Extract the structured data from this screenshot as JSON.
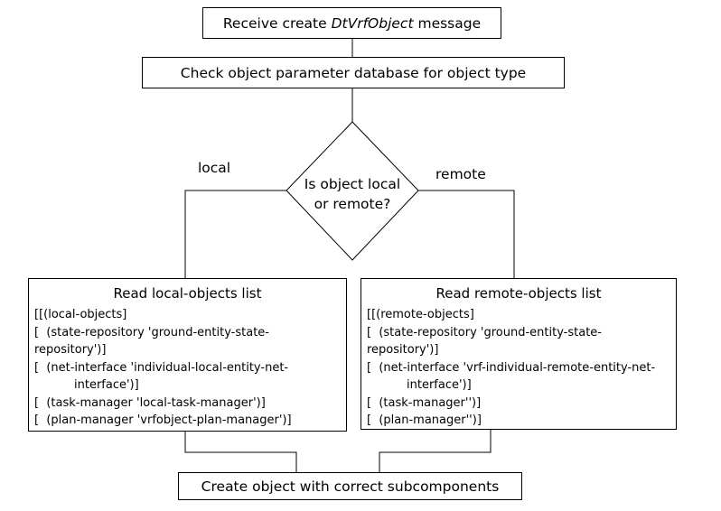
{
  "steps": {
    "receive": {
      "prefix": "Receive create ",
      "object_name": "DtVrfObject",
      "suffix": " message"
    },
    "check": "Check object parameter database for object type",
    "decision": {
      "line1": "Is object local",
      "line2": "or remote?"
    },
    "create": "Create object with correct subcomponents"
  },
  "branches": {
    "local": "local",
    "remote": "remote"
  },
  "local_list": {
    "title": "Read local-objects list",
    "lines": [
      "[[(local-objects]",
      "[  (state-repository 'ground-entity-state-",
      "repository')]",
      "[  (net-interface 'individual-local-entity-net-",
      "interface')]",
      "[  (task-manager 'local-task-manager')]",
      "[  (plan-manager 'vrfobject-plan-manager')]"
    ]
  },
  "remote_list": {
    "title": "Read remote-objects list",
    "lines": [
      "[[(remote-objects]",
      "[  (state-repository 'ground-entity-state-",
      "repository')]",
      "[  (net-interface 'vrf-individual-remote-entity-net-",
      "interface')]",
      "[  (task-manager'')]",
      "[  (plan-manager'')]"
    ]
  }
}
